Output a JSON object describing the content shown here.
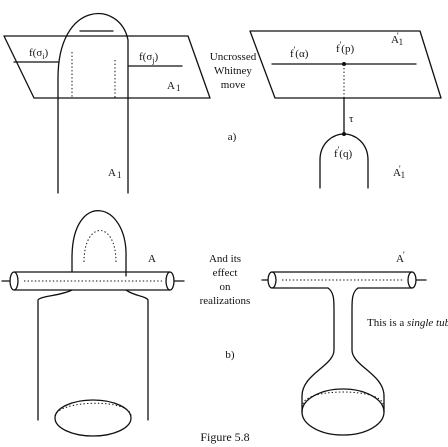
{
  "labels": {
    "f_sigma_i": "f(σ",
    "f_sigma_i_sub": "i",
    "f_sigma_j": "f(σ",
    "f_sigma_j_sub": "j",
    "close_paren": ")",
    "plane_A1_left": "A",
    "plane_A1_left_sub": "1",
    "uncrossed_line1": "Uncrossed",
    "uncrossed_line2": "Whitney",
    "uncrossed_line3": "move",
    "plane_A1p_right": "A",
    "plane_A1p_right_sub": "1",
    "plane_A1p_right_prime": "'",
    "f_alpha": "f(α)",
    "f_p": "f(p)",
    "tau": "τ",
    "f_q": "f(q)",
    "label_A1_bottom_left": "A",
    "label_A1_bottom_left_sub": "1",
    "label_A1p_bottom_right": "A",
    "label_A1p_bottom_right_sub": "1",
    "label_A1p_bottom_right_prime": "'",
    "part_a": "a)",
    "label_A": "A",
    "label_Ap": "A",
    "label_Ap_prime": "'",
    "and_its_line1": "And its",
    "and_its_line2": "effect",
    "and_its_line3": "on",
    "and_its_line4": "realizations",
    "single_tube_prefix": "This is a ",
    "single_tube_italic": "single tube",
    "part_b": "b)",
    "figure_caption": "Figure 5.8"
  },
  "prime_marks": {
    "f_alpha_prime": "'",
    "f_p_prime": "'",
    "f_q_prime": "'"
  }
}
